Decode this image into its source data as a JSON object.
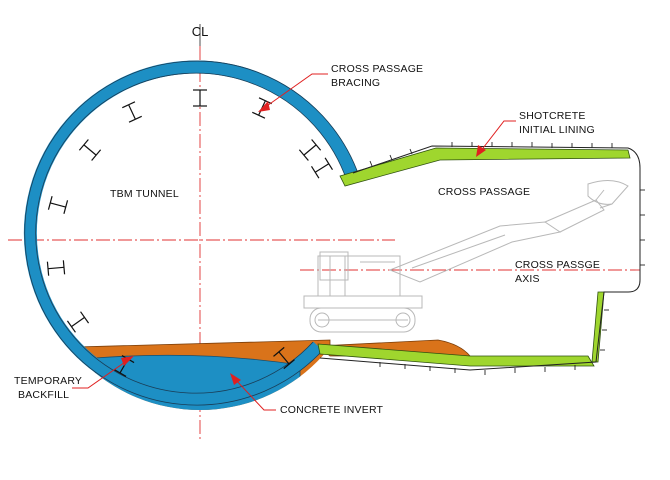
{
  "diagram": {
    "centerline_symbol": "CL",
    "labels": {
      "bracing_line1": "CROSS PASSAGE",
      "bracing_line2": "BRACING",
      "shotcrete_line1": "SHOTCRETE",
      "shotcrete_line2": "INITIAL LINING",
      "tbm_tunnel": "TBM TUNNEL",
      "cross_passage": "CROSS PASSAGE",
      "axis_line1": "CROSS PASSGE",
      "axis_line2": "AXIS",
      "backfill_line1": "TEMPORARY",
      "backfill_line2": "BACKFILL",
      "concrete_invert": "CONCRETE INVERT"
    },
    "colors": {
      "tunnel_lining": "#1d8fc4",
      "shotcrete": "#9fd62e",
      "backfill": "#d9731a",
      "invert": "#1d8fc4",
      "leader_lines": "#e02020",
      "centerlines": "#e03030"
    }
  }
}
